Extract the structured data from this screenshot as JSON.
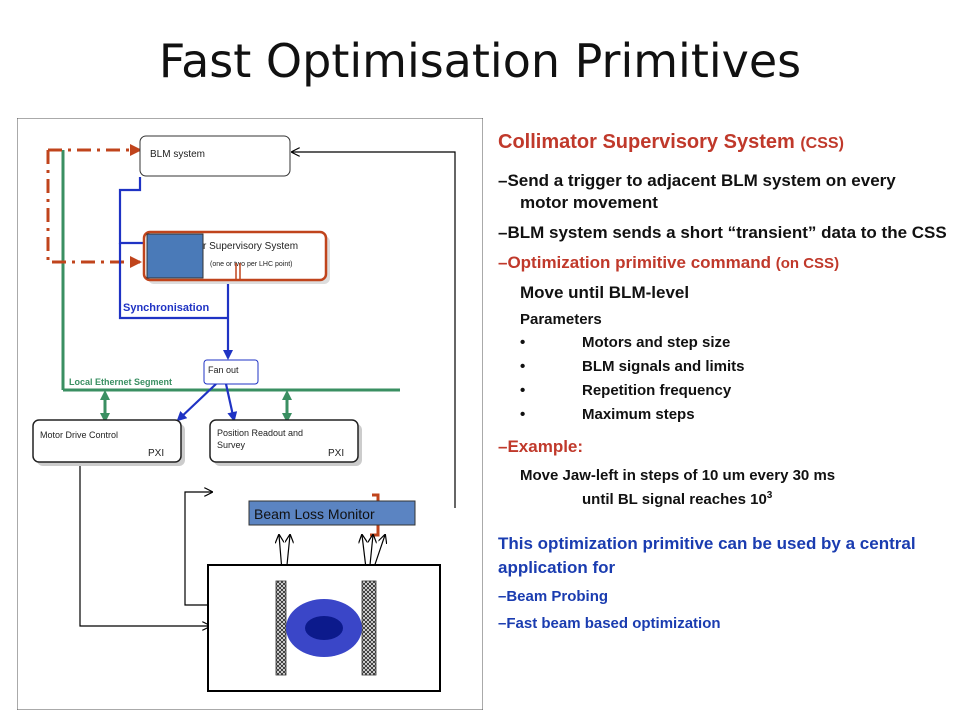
{
  "title": "Fast Optimisation Primitives",
  "diagram": {
    "blm_system": "BLM system",
    "css_box_line1": "r Supervisory System",
    "css_box_line2": "(one or two per LHC point)",
    "synchronisation": "Synchronisation",
    "fan_out": "Fan out",
    "local_ethernet": "Local Ethernet Segment",
    "motor_drive": "Motor Drive Control",
    "motor_pxi": "PXI",
    "position_line1": "Position Readout and",
    "position_line2": "Survey",
    "position_pxi": "PXI",
    "beam_loss_monitor": "Beam Loss Monitor",
    "colors": {
      "ethernet": "#3a8f62",
      "red_link": "#c0441c",
      "blue_link": "#1f33c4",
      "box_fill": "#4a7ab8",
      "blm_bar": "#5b84c2",
      "beam_outer": "#3a46c8",
      "beam_inner": "#0c1a8c"
    }
  },
  "panel": {
    "heading": "Collimator Supervisory System",
    "heading_small": "(CSS)",
    "p1": "–Send a trigger to adjacent BLM system on every motor movement",
    "p2": "–BLM system sends a short “transient” data to the CSS",
    "p3": "–Optimization primitive command",
    "p3_small": "(on CSS)",
    "move": "Move until BLM-level",
    "parameters": "Parameters",
    "bullets": [
      "Motors and step size",
      "BLM signals and limits",
      "Repetition frequency",
      "Maximum steps"
    ],
    "example": "–Example:",
    "example_line1": "Move Jaw-left in steps of 10 um every 30 ms",
    "example_line2": "until BL signal reaches 10",
    "example_exp": "3",
    "summary": "This optimization primitive can be used by a central application for",
    "sub1": "–Beam Probing",
    "sub2": "–Fast beam based optimization"
  }
}
